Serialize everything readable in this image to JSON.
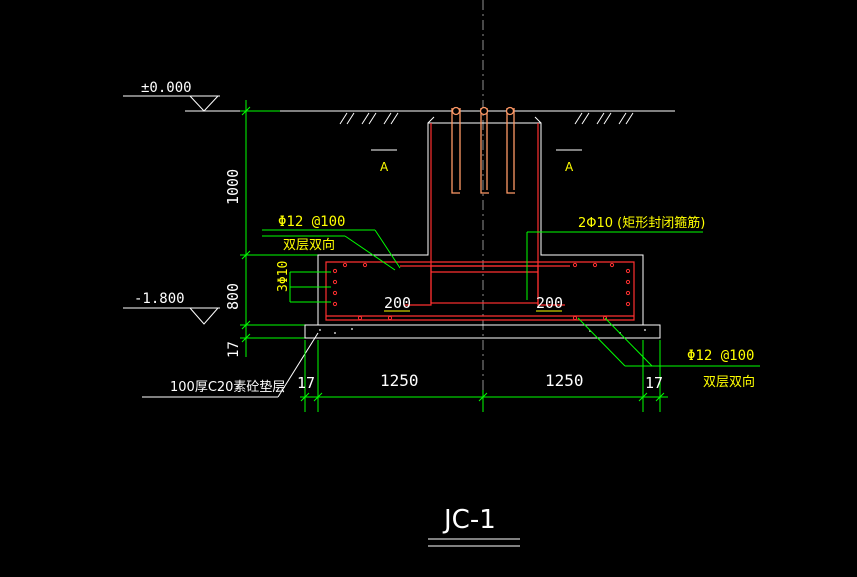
{
  "drawing_title": "JC-1",
  "levels": {
    "top": "±0.000",
    "bottom": "-1.800"
  },
  "section_marks": {
    "left": "A",
    "right": "A"
  },
  "dimensions": {
    "pier_height": "1000",
    "base_height": "800",
    "cushion_thickness": "17",
    "left_offset": "17",
    "right_offset": "17",
    "left_half": "1250",
    "right_half": "1250",
    "inner_left": "200",
    "inner_right": "200"
  },
  "rebar_notes": {
    "top_mesh": "Φ12 @100",
    "top_mesh_desc": "双层双向",
    "side_bars": "3Φ10",
    "stirrup": "2Φ10 (矩形封闭箍筋)",
    "bottom_mesh": "Φ12 @100",
    "bottom_mesh_desc": "双层双向"
  },
  "cushion_note": "100厚C20素砼垫层",
  "colors": {
    "background": "#000000",
    "outline": "#ffffff",
    "dimension": "#00ff00",
    "text": "#ffff00",
    "rebar": "#ff3030",
    "column_bars": "#ff9966"
  }
}
